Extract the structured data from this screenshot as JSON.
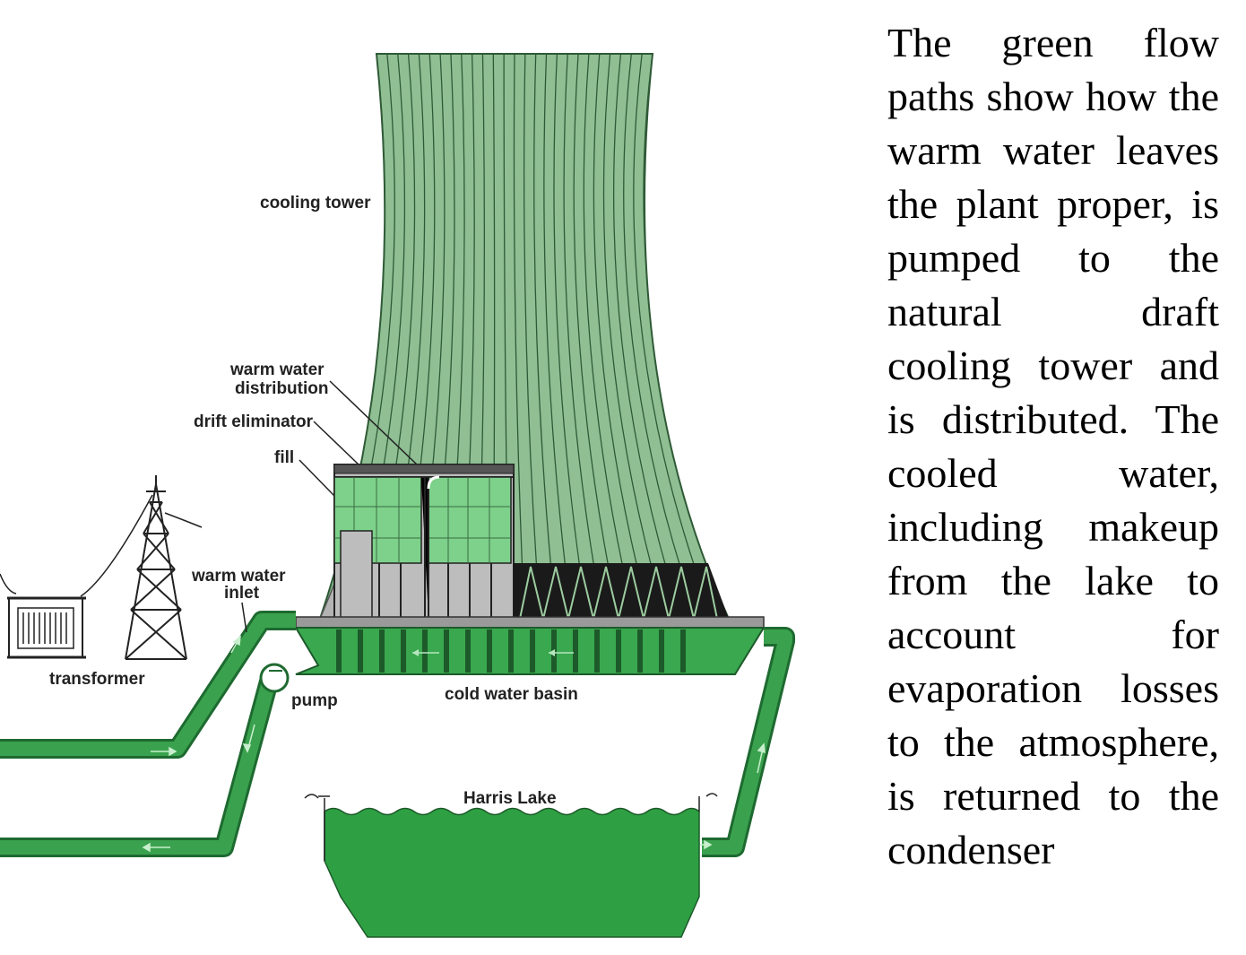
{
  "labels": {
    "cooling_tower": "cooling tower",
    "warm_water_distribution_1": "warm water",
    "warm_water_distribution_2": "distribution",
    "drift_eliminator": "drift eliminator",
    "fill": "fill",
    "warm_water_inlet_1": "warm water",
    "warm_water_inlet_2": "inlet",
    "transformer": "transformer",
    "pump": "pump",
    "cold_water_basin": "cold water basin",
    "harris_lake": "Harris Lake"
  },
  "caption": "The green flow paths show how the warm water leaves the plant proper, is pumped to the natural draft cooling tower and is distributed. The cooled water, including makeup from the lake to account for evaporation losses to the atmosphere, is returned to the condenser",
  "colors": {
    "tower_green": "#8fbf93",
    "tower_stripe": "#2f5a36",
    "flow_green": "#3aa24e",
    "light_green": "#7dd18a",
    "water_green": "#2ea043",
    "grey": "#a9a9a9",
    "dark": "#1a1a1a"
  }
}
